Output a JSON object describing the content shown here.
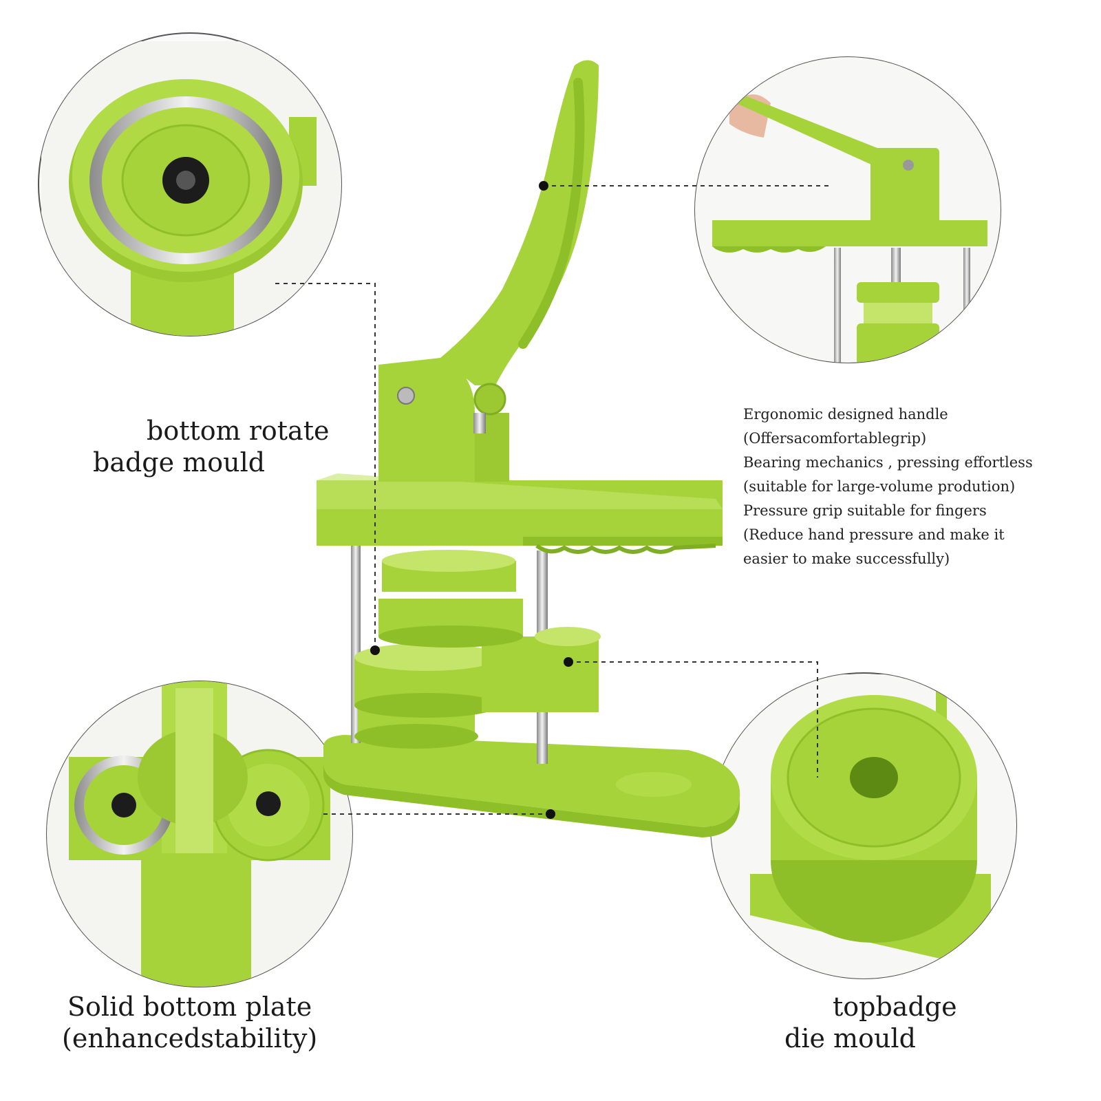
{
  "labels": {
    "bottom_rotate": [
      "bottom rotate",
      "badge mould"
    ],
    "solid_plate": [
      "Solid bottom plate",
      "(enhancedstability)"
    ],
    "topbadge": [
      "topbadge",
      "die mould"
    ],
    "features": [
      "Ergonomic designed handle",
      "(Offersacomfortablegrip)",
      "Bearing mechanics , pressing effortless",
      "(suitable for large-volume prodution)",
      "Pressure grip suitable for fingers",
      "(Reduce hand pressure and make it",
      "easier to make successfully)"
    ]
  },
  "colors": {
    "product_green": "#a6d33a",
    "product_dark": "#7fae22",
    "product_light": "#c4e46a",
    "metal": "#c9c9c9",
    "leader": "#333333"
  }
}
